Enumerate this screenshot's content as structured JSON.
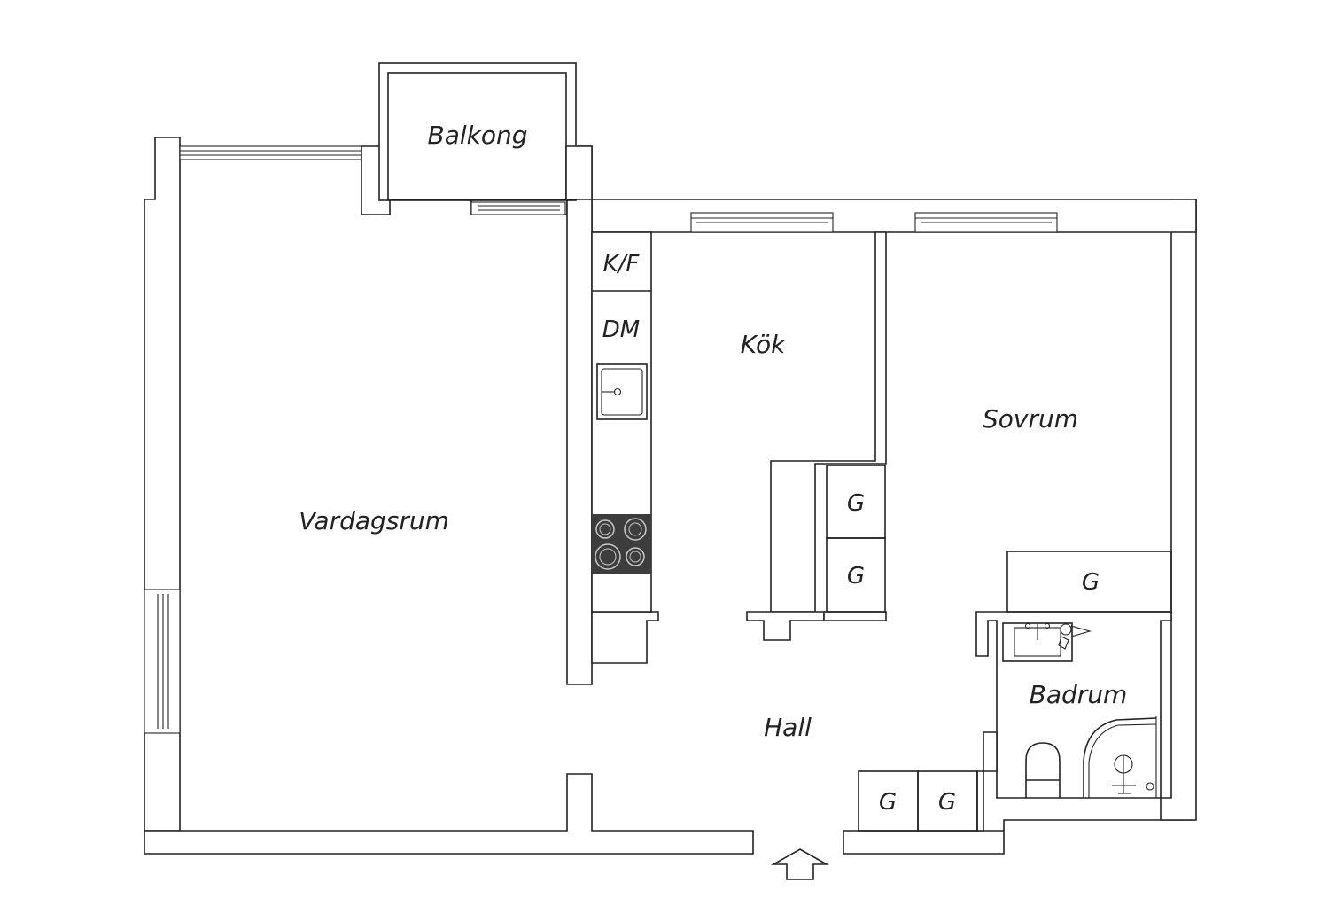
{
  "colors": {
    "line": "#222222",
    "background": "#ffffff",
    "stove": "#3d3d3d"
  },
  "rooms": {
    "balkong": "Balkong",
    "vardagsrum": "Vardagsrum",
    "kok": "Kök",
    "sovrum": "Sovrum",
    "badrum": "Badrum",
    "hall": "Hall"
  },
  "fixtures": {
    "fridge_freezer": "K/F",
    "dishwasher": "DM",
    "wardrobe": "G"
  },
  "icons": {
    "entrance": "entrance-arrow-icon",
    "sink": "sink-icon",
    "stove": "stove-icon",
    "toilet": "toilet-icon",
    "shower": "shower-icon"
  }
}
